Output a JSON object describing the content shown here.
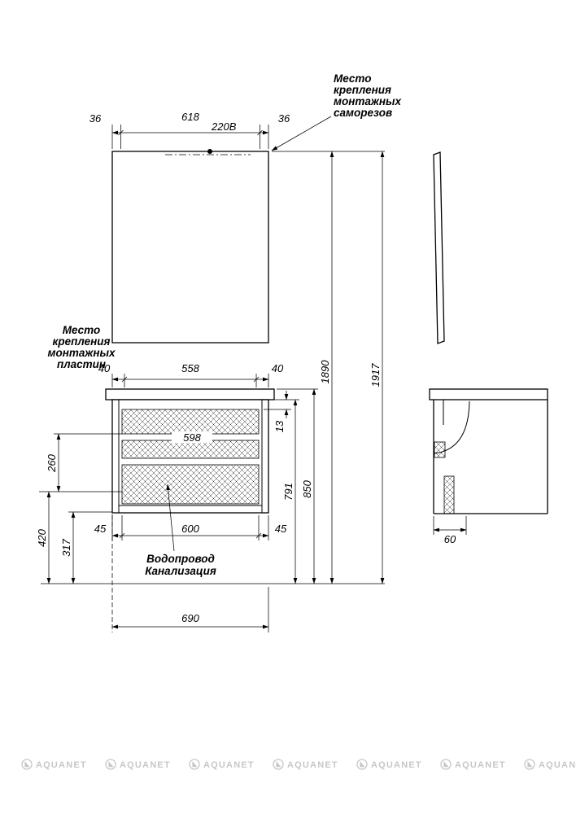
{
  "drawing": {
    "annotations": {
      "screws": {
        "line1": "Место",
        "line2": "крепления",
        "line3": "монтажных",
        "line4": "саморезов"
      },
      "plates": {
        "line1": "Место",
        "line2": "крепления",
        "line3": "монтажных",
        "line4": "пластин"
      },
      "plumbing": {
        "line1": "Водопровод",
        "line2": "Канализация"
      },
      "power": "220В"
    },
    "dims": {
      "mirror_margin_left": "36",
      "mirror_span": "618",
      "mirror_margin_right": "36",
      "plate_margin_left": "40",
      "plate_span": "558",
      "plate_margin_right": "40",
      "drawer_width": "598",
      "top_gap": "13",
      "plate_spacing": "260",
      "height_420": "420",
      "height_317": "317",
      "leg_left": "45",
      "leg_span": "600",
      "leg_right": "45",
      "width_total": "690",
      "height_791": "791",
      "height_850": "850",
      "height_1890": "1890",
      "height_1917": "1917",
      "depth_60": "60"
    },
    "watermark": {
      "brand": "AQUANET"
    }
  }
}
